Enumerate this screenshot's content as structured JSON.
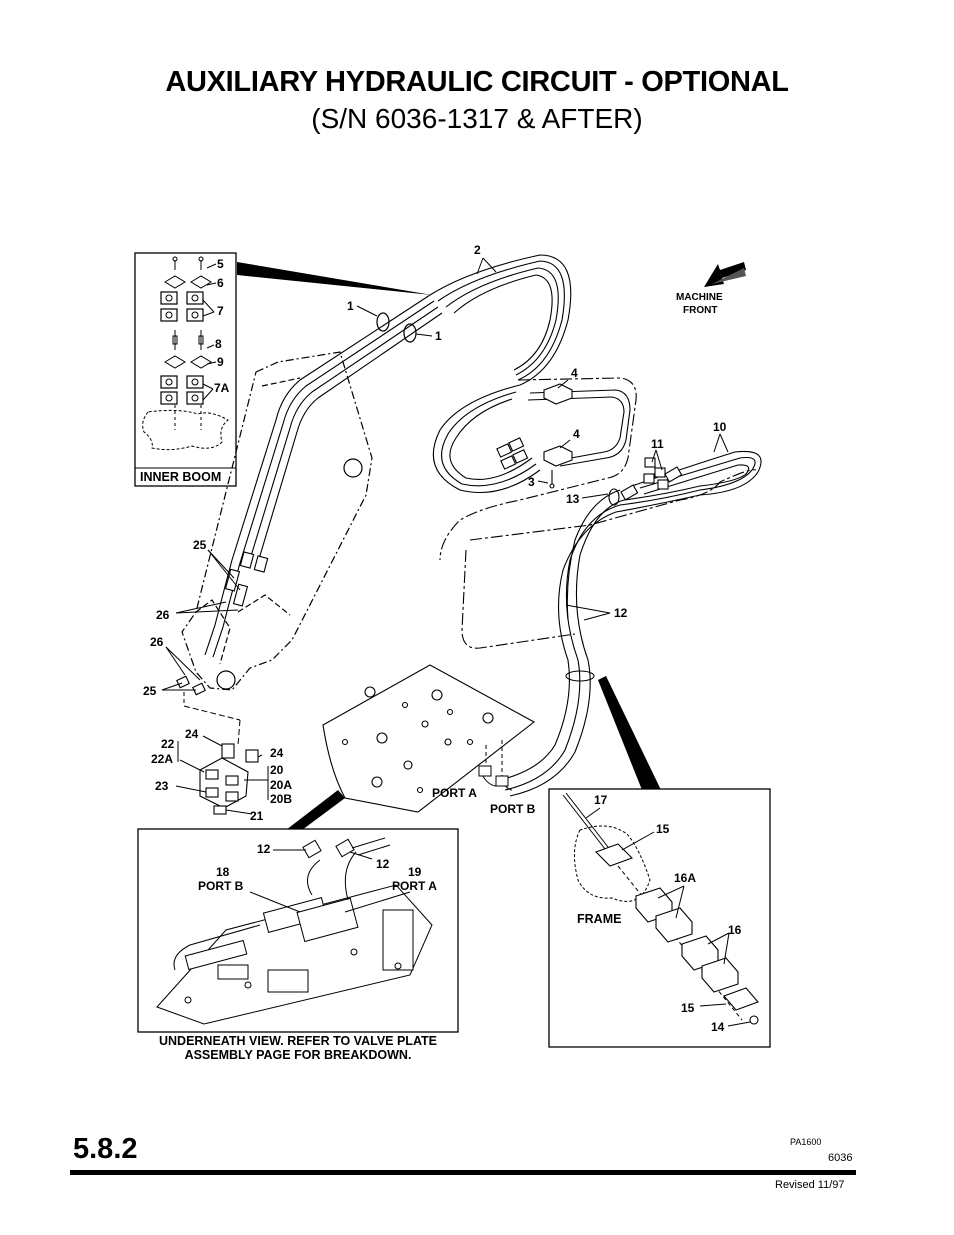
{
  "title": "AUXILIARY HYDRAULIC CIRCUIT - OPTIONAL",
  "subtitle": "(S/N 6036-1317 & AFTER)",
  "orientation": {
    "line1": "MACHINE",
    "line2": "FRONT"
  },
  "inner_boom_inset": {
    "caption": "INNER BOOM",
    "callouts": {
      "c5": "5",
      "c6": "6",
      "c7": "7",
      "c8": "8",
      "c9": "9",
      "c7a": "7A"
    }
  },
  "main_callouts": {
    "c1a": "1",
    "c1b": "1",
    "c2": "2",
    "c3": "3",
    "c4a": "4",
    "c4b": "4",
    "c10": "10",
    "c11": "11",
    "c12": "12",
    "c13": "13",
    "c25a": "25",
    "c25b": "25",
    "c26a": "26",
    "c26b": "26",
    "c24a": "24",
    "c24b": "24",
    "c22": "22",
    "c22a": "22A",
    "c23": "23",
    "c20": "20",
    "c20a": "20A",
    "c20b": "20B",
    "c21": "21",
    "port_a": "PORT A",
    "port_b": "PORT B"
  },
  "underneath_inset": {
    "c12a": "12",
    "c12b": "12",
    "c18": "18",
    "port_b": "PORT B",
    "c19": "19",
    "port_a": "PORT A",
    "caption_line1": "UNDERNEATH VIEW. REFER TO VALVE PLATE",
    "caption_line2": "ASSEMBLY PAGE FOR BREAKDOWN."
  },
  "frame_inset": {
    "c17": "17",
    "c15a": "15",
    "c16a": "16A",
    "c16": "16",
    "c15b": "15",
    "c14": "14",
    "frame": "FRAME"
  },
  "footer": {
    "page_number": "5.8.2",
    "drawing_code": "PA1600",
    "model": "6036",
    "revised": "Revised 11/97"
  }
}
